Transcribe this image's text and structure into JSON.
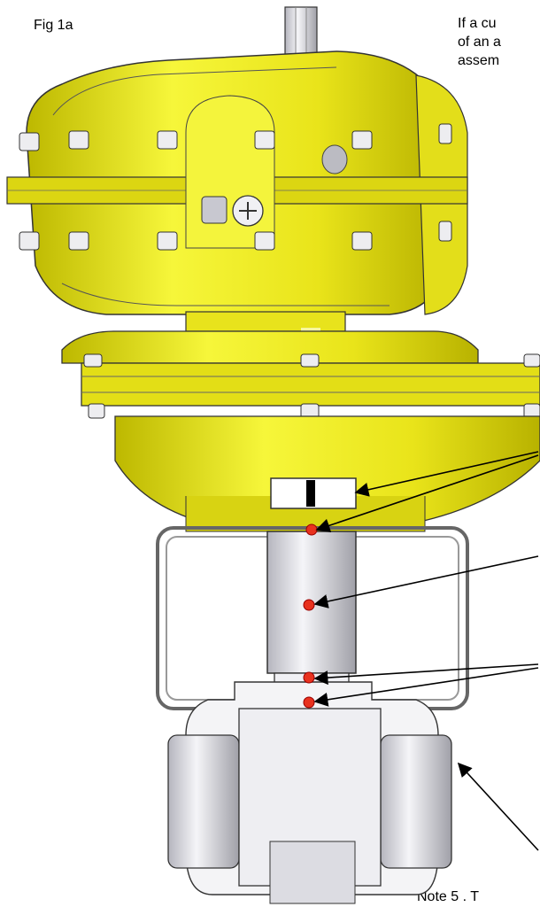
{
  "figure": {
    "label": "Fig 1a",
    "intro_lines": [
      "If a cu",
      "of an a",
      "assem"
    ],
    "note": "Note 5 . T"
  },
  "colors": {
    "yellow": "#F2F21C",
    "yellow_dark": "#C9C400",
    "outline": "#2a2a2a",
    "steel": "#E6E6EA",
    "steel_dark": "#A8A8B0",
    "marker_red": "#E8321E"
  }
}
